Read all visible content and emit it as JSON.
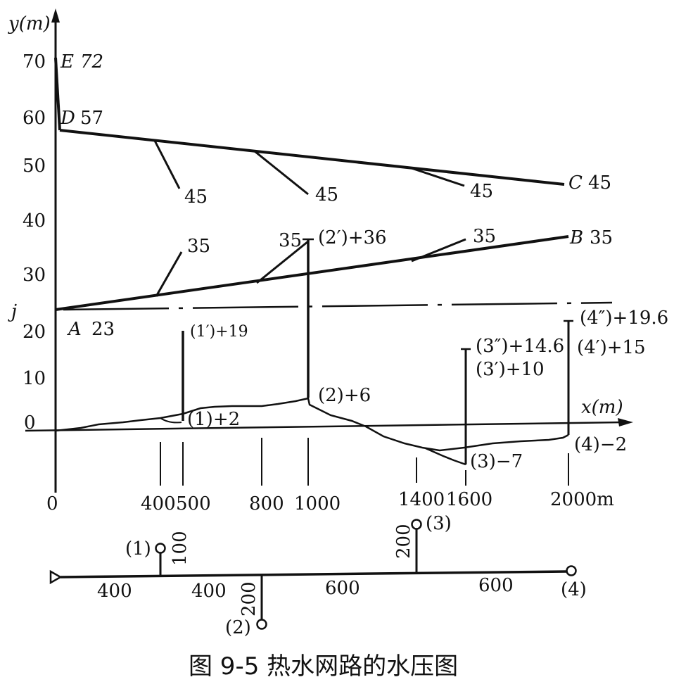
{
  "caption": "图 9-5   热水网路的水压图",
  "axes": {
    "y_axis_label": "y(m)",
    "x_axis_label": "x(m)",
    "y_ticks": [
      "70",
      "60",
      "50",
      "40",
      "30",
      "20",
      "10",
      "0"
    ],
    "x_ticks": [
      "0",
      "400",
      "500",
      "800",
      "1000",
      "1400",
      "1600",
      "2000m"
    ],
    "j_label": "j"
  },
  "points": {
    "E": {
      "letter": "E",
      "value": "72"
    },
    "D": {
      "letter": "D",
      "value": "57"
    },
    "C": {
      "letter": "C",
      "value": "45"
    },
    "B": {
      "letter": "B",
      "value": "35"
    },
    "A": {
      "letter": "A",
      "value": "23"
    }
  },
  "supply_branch_labels": [
    "45",
    "45",
    "45"
  ],
  "return_branch_labels": [
    "35",
    "35",
    "35"
  ],
  "node_labels": {
    "n2p": "(2′)+36",
    "n1p": "(1′)+19",
    "n3pp": "(3″)+14.6",
    "n3p": "(3′)+10",
    "n4pp": "(4″)+19.6",
    "n4p": "(4′)+15",
    "n1": "(1)+2",
    "n2": "(2)+6",
    "n3": "(3)−7",
    "n4": "(4)−2"
  },
  "network": {
    "segment_lengths": [
      "400",
      "400",
      "600",
      "600"
    ],
    "branch_lengths": [
      "100",
      "200",
      "200"
    ],
    "branch_nodes": [
      "(1)",
      "(2)",
      "(3)",
      "(4)"
    ]
  }
}
